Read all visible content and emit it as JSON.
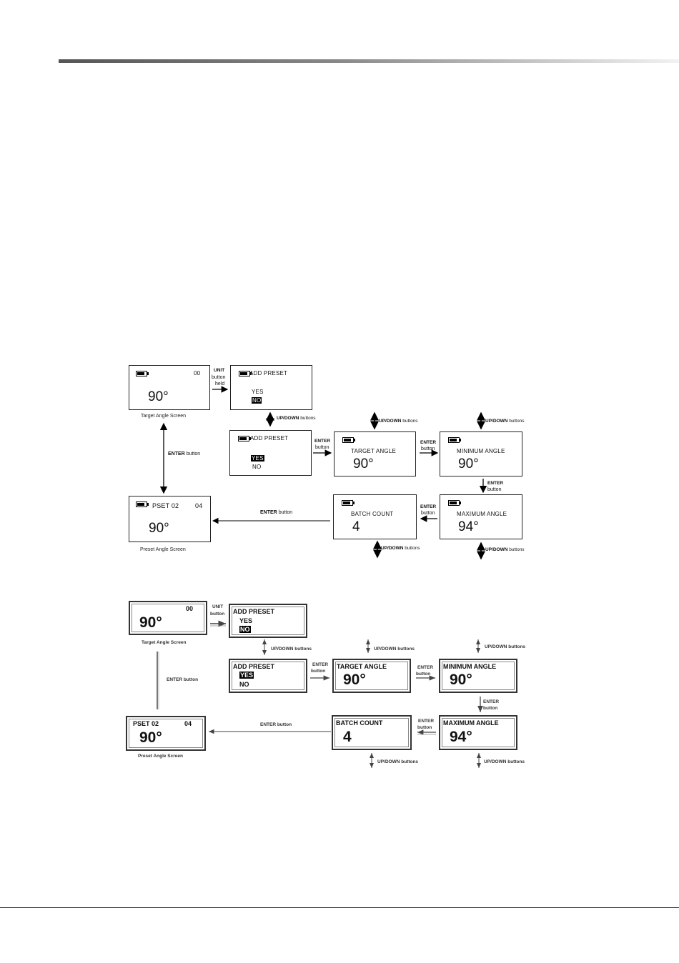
{
  "diagram1": {
    "target_screen": {
      "count": "00",
      "angle": "90°",
      "caption": "Target Angle Screen"
    },
    "add_preset_a": {
      "title": "ADD PRESET",
      "yes": "YES",
      "no": "NO"
    },
    "add_preset_b": {
      "title": "ADD PRESET",
      "yes": "YES",
      "no": "NO"
    },
    "target_angle": {
      "title": "TARGET ANGLE",
      "value": "90°"
    },
    "minimum_angle": {
      "title": "MINIMUM ANGLE",
      "value": "90°"
    },
    "maximum_angle": {
      "title": "MAXIMUM ANGLE",
      "value": "94°"
    },
    "batch_count": {
      "title": "BATCH COUNT",
      "value": "4"
    },
    "preset_screen": {
      "title": "PSET 02",
      "count": "04",
      "angle": "90°",
      "caption": "Preset Angle Screen"
    },
    "labels": {
      "unit": "UNIT",
      "button": "button",
      "held": "held",
      "up_down": "UP/DOWN",
      "buttons": "buttons",
      "enter": "ENTER",
      "enter_button_text": "button"
    }
  },
  "diagram2": {
    "target_screen": {
      "count": "00",
      "angle": "90°",
      "caption": "Target Angle Screen"
    },
    "add_preset_a": {
      "title": "ADD PRESET",
      "yes": "YES",
      "no": "NO"
    },
    "add_preset_b": {
      "title": "ADD PRESET",
      "yes": "YES",
      "no": "NO"
    },
    "target_angle": {
      "title": "TARGET ANGLE",
      "value": "90°"
    },
    "minimum_angle": {
      "title": "MINIMUM ANGLE",
      "value": "90°"
    },
    "maximum_angle": {
      "title": "MAXIMUM ANGLE",
      "value": "94°"
    },
    "batch_count": {
      "title": "BATCH COUNT",
      "value": "4"
    },
    "preset_screen": {
      "title": "PSET 02",
      "count": "04",
      "angle": "90°",
      "caption": "Preset Angle Screen"
    },
    "labels": {
      "unit": "UNIT",
      "button": "button",
      "up_down_buttons": "UP/DOWN buttons",
      "enter": "ENTER",
      "enter_button": "ENTER button"
    }
  }
}
